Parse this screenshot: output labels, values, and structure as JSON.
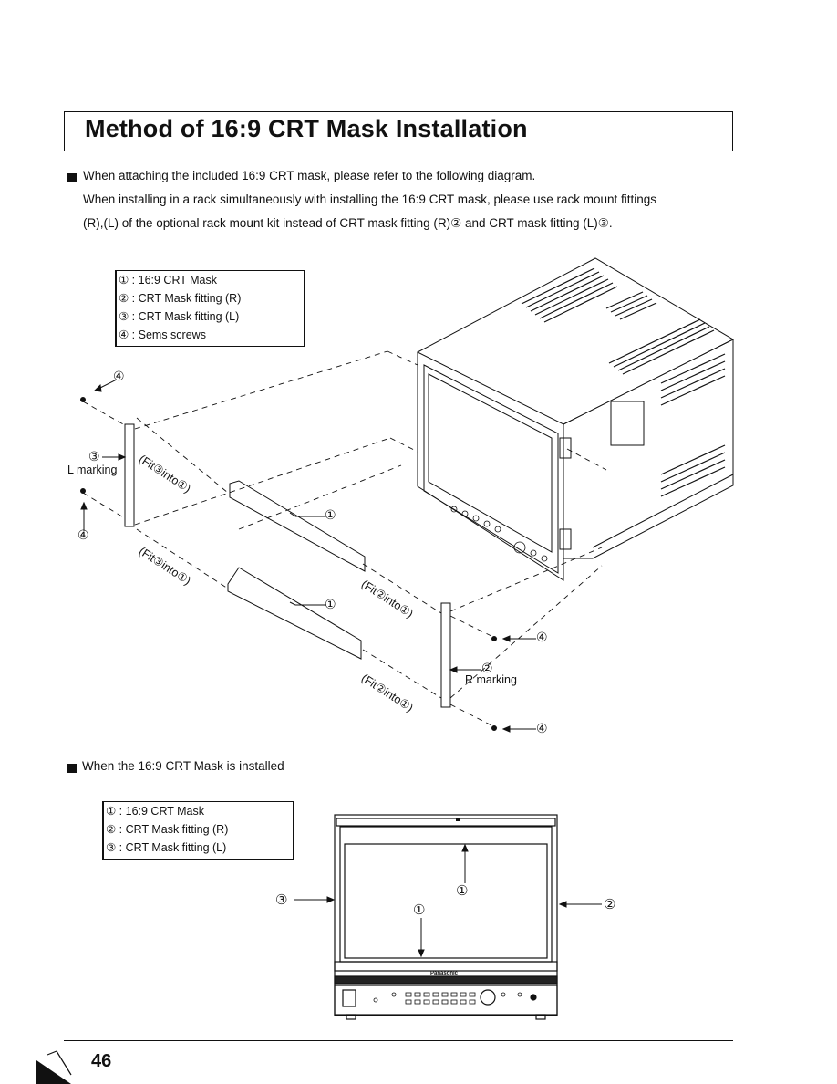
{
  "title": "Method of 16:9 CRT Mask Installation",
  "intro": {
    "line1": "When attaching the included 16:9 CRT mask, please refer to the following diagram.",
    "line2": "When installing in a rack simultaneously with installing the 16:9 CRT mask, please use rack mount fittings",
    "line3": "(R),(L) of the optional rack mount kit instead of CRT mask fitting (R)② and CRT mask fitting (L)③."
  },
  "legend_top": [
    "① : 16:9 CRT Mask",
    "② : CRT Mask fitting (R)",
    "③ : CRT Mask fitting (L)",
    "④ : Sems screws"
  ],
  "diagram_top": {
    "n1": "①",
    "n2": "②",
    "n3": "③",
    "n4": "④",
    "l_marking": "L marking",
    "r_marking": "R marking",
    "fit3into1": "(Fit③into①)",
    "fit2into1": "(Fit②into①)"
  },
  "installed_heading": "When the 16:9 CRT Mask is installed",
  "legend_bottom": [
    "① : 16:9 CRT Mask",
    "② : CRT Mask fitting (R)",
    "③ : CRT Mask fitting (L)"
  ],
  "diagram_bottom": {
    "n1": "①",
    "n2": "②",
    "n3": "③",
    "brand": "Panasonic"
  },
  "page_number": "46",
  "icons": {
    "corner": "page-corner-icon",
    "bullet": "square-bullet-icon"
  }
}
